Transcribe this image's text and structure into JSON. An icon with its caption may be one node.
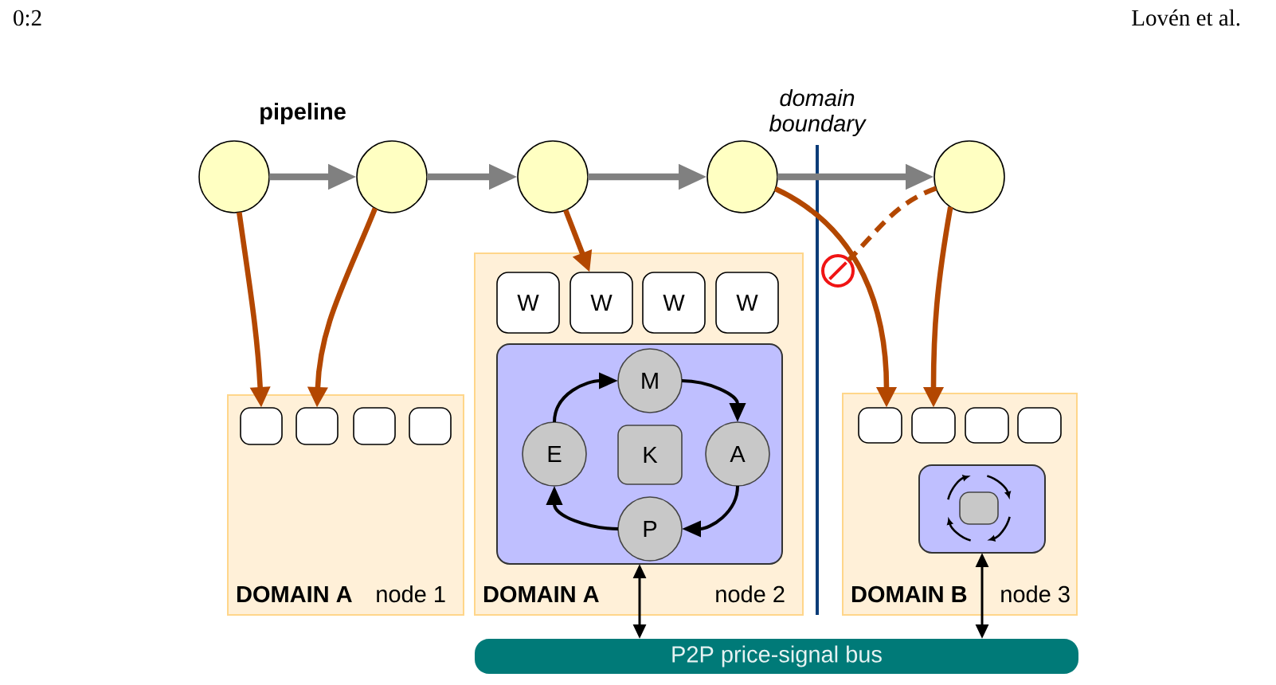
{
  "diagram": {
    "nodes": [
      {
        "text": [],
        "shape": "circle"
      },
      {
        "text": [],
        "shape": "circle"
      },
      {
        "text": [],
        "shape": "circle"
      },
      {
        "text": [],
        "shape": "circle"
      },
      {
        "text": [],
        "shape": "circle"
      },
      {
        "text": [],
        "shape": "circle"
      },
      {
        "text": [
          "DOMAIN A",
          "node 1"
        ]
      },
      {
        "text": [],
        "shape": "box",
        "in": 6
      },
      {
        "text": [],
        "shape": "box",
        "in": 6
      },
      {
        "text": [],
        "shape": "box",
        "in": 6
      },
      {
        "text": [],
        "shape": "box",
        "in": 6
      },
      {
        "text": [
          "DOMAIN A",
          "node 2"
        ]
      },
      {
        "text": [
          "W"
        ],
        "in": 11
      },
      {
        "text": [
          "W"
        ],
        "in": 11
      },
      {
        "text": [
          "W"
        ],
        "in": 11
      },
      {
        "text": [
          "W"
        ],
        "in": 11
      },
      {
        "text": [],
        "shape": "box",
        "in": 11
      },
      {
        "text": [
          "M"
        ],
        "in": 16
      },
      {
        "text": [
          "E"
        ],
        "in": 16
      },
      {
        "text": [
          "K"
        ],
        "in": 16
      },
      {
        "text": [
          "A"
        ],
        "in": 16
      },
      {
        "text": [
          "P"
        ],
        "in": 16
      },
      {
        "text": [
          "DOMAIN B",
          "node 3"
        ]
      },
      {
        "text": [],
        "shape": "box",
        "in": 22
      },
      {
        "text": [],
        "shape": "box",
        "in": 22
      },
      {
        "text": [],
        "shape": "box",
        "in": 22
      },
      {
        "text": [],
        "shape": "box",
        "in": 22
      },
      {
        "text": [],
        "shape": "box",
        "in": 22
      },
      {
        "text": [],
        "shape": "box",
        "in": 27
      },
      {
        "text": [
          "P2P price-signal bus"
        ]
      }
    ],
    "edges": [
      {
        "from": 0,
        "to": 1,
        "arrow": "to",
        "color": "#808080"
      },
      {
        "from": 1,
        "to": 2,
        "arrow": "to",
        "color": "#808080"
      },
      {
        "from": 2,
        "to": 3,
        "arrow": "to",
        "color": "#808080"
      },
      {
        "from": 3,
        "to": 4,
        "arrow": "to",
        "color": "#808080"
      },
      {
        "from": 0,
        "to": 7,
        "arrow": "to",
        "color": "#b34700"
      },
      {
        "from": 1,
        "to": 8,
        "arrow": "to",
        "color": "#b34700"
      },
      {
        "from": 2,
        "to": 13,
        "arrow": "to",
        "color": "#b34700"
      },
      {
        "from": 3,
        "to": 23,
        "arrow": "to",
        "color": "#b34700"
      },
      {
        "from": 4,
        "to": 24,
        "arrow": "to",
        "color": "#b34700"
      },
      {
        "from": 4,
        "to": 5,
        "arrow": "none",
        "style": "dashed",
        "color": "#b34700"
      },
      {
        "from": 18,
        "to": 17,
        "arrow": "to",
        "color": "#000000"
      },
      {
        "from": 17,
        "to": 20,
        "arrow": "to",
        "color": "#000000"
      },
      {
        "from": 20,
        "to": 21,
        "arrow": "to",
        "color": "#000000"
      },
      {
        "from": 21,
        "to": 18,
        "arrow": "to",
        "color": "#000000"
      },
      {
        "from": 16,
        "to": 29,
        "arrow": "both",
        "color": "#000000"
      },
      {
        "from": 27,
        "to": 29,
        "arrow": "both",
        "color": "#000000"
      }
    ],
    "labels": [
      "0:2",
      "Lovén et al.",
      "pipeline",
      "domain boundary"
    ]
  }
}
